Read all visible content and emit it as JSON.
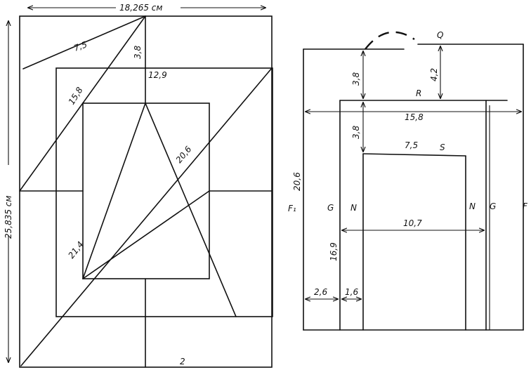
{
  "left_figure": {
    "width_label": "18,265 см",
    "height_label": "25,835 см",
    "labels": {
      "d7_5": "7,5",
      "d3_8": "3,8",
      "d12_9": "12,9",
      "d15_8": "15,8",
      "d20_6": "20,6",
      "d21_4": "21,4",
      "d2": "2"
    }
  },
  "right_figure": {
    "labels": {
      "Q": "Q",
      "R": "R",
      "S": "S",
      "d3_8_top": "3,8",
      "d4_2": "4,2",
      "d15_8": "15,8",
      "d3_8_mid": "3,8",
      "d7_5": "7,5",
      "d20_6": "20,6",
      "F1": "F₁",
      "G_left": "G",
      "N_left": "N",
      "N_right": "N",
      "G_right": "G",
      "F": "F",
      "d10_7": "10,7",
      "d16_9": "16,9",
      "d2_6": "2,6",
      "d1_6": "1,6"
    }
  }
}
